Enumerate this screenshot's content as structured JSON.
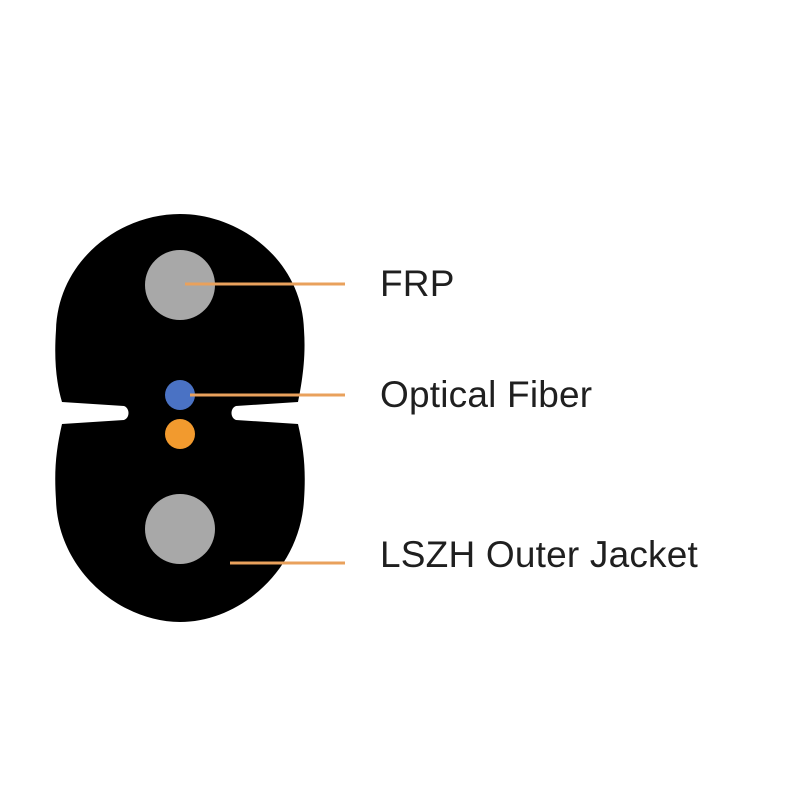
{
  "diagram": {
    "labels": {
      "frp": "FRP",
      "optical_fiber": "Optical Fiber",
      "outer_jacket": "LSZH Outer Jacket"
    },
    "colors": {
      "jacket": "#000000",
      "frp_rod": "#a8a8a8",
      "fiber_blue": "#4a72c4",
      "fiber_orange": "#f29a2e",
      "leader_line": "#e9a15c",
      "text": "#1f1f1f",
      "background": "#ffffff"
    }
  }
}
